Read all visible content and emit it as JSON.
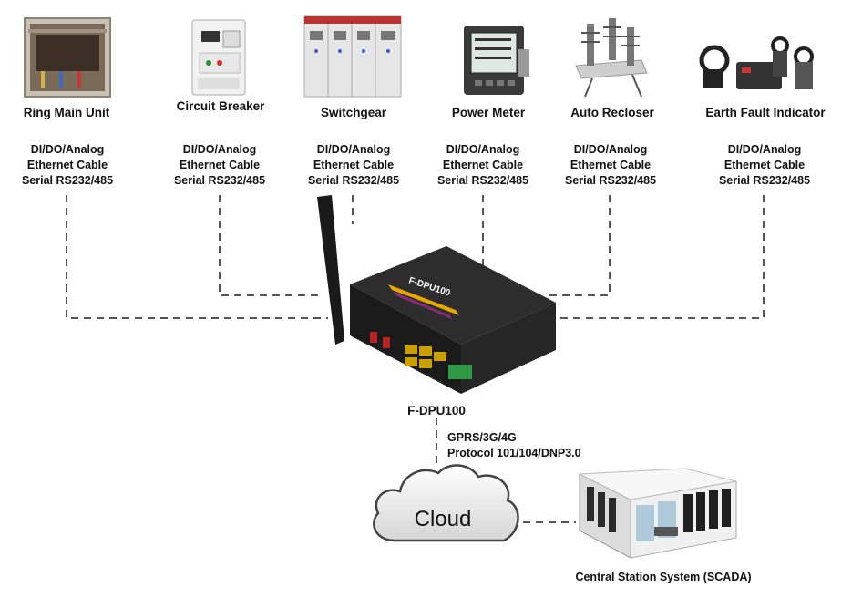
{
  "devices": [
    {
      "name": "Ring Main Unit",
      "interfaces": [
        "DI/DO/Analog",
        "Ethernet Cable",
        "Serial RS232/485"
      ],
      "icon": "ring-main-unit-icon"
    },
    {
      "name": "Circuit Breaker",
      "interfaces": [
        "DI/DO/Analog",
        "Ethernet Cable",
        "Serial RS232/485"
      ],
      "icon": "circuit-breaker-icon"
    },
    {
      "name": "Switchgear",
      "interfaces": [
        "DI/DO/Analog",
        "Ethernet Cable",
        "Serial RS232/485"
      ],
      "icon": "switchgear-icon"
    },
    {
      "name": "Power Meter",
      "interfaces": [
        "DI/DO/Analog",
        "Ethernet Cable",
        "Serial RS232/485"
      ],
      "icon": "power-meter-icon"
    },
    {
      "name": "Auto Recloser",
      "interfaces": [
        "DI/DO/Analog",
        "Ethernet Cable",
        "Serial RS232/485"
      ],
      "icon": "auto-recloser-icon"
    },
    {
      "name": "Earth Fault Indicator",
      "interfaces": [
        "DI/DO/Analog",
        "Ethernet Cable",
        "Serial RS232/485"
      ],
      "icon": "earth-fault-indicator-icon"
    }
  ],
  "gateway": {
    "label": "F-DPU100",
    "case_text": "F-DPU100",
    "icon": "gateway-router-icon"
  },
  "uplink": {
    "line1": "GPRS/3G/4G",
    "line2": "Protocol 101/104/DNP3.0"
  },
  "cloud": {
    "label": "Cloud",
    "icon": "cloud-icon"
  },
  "scada": {
    "label": "Central Station System (SCADA)",
    "icon": "control-room-icon"
  }
}
